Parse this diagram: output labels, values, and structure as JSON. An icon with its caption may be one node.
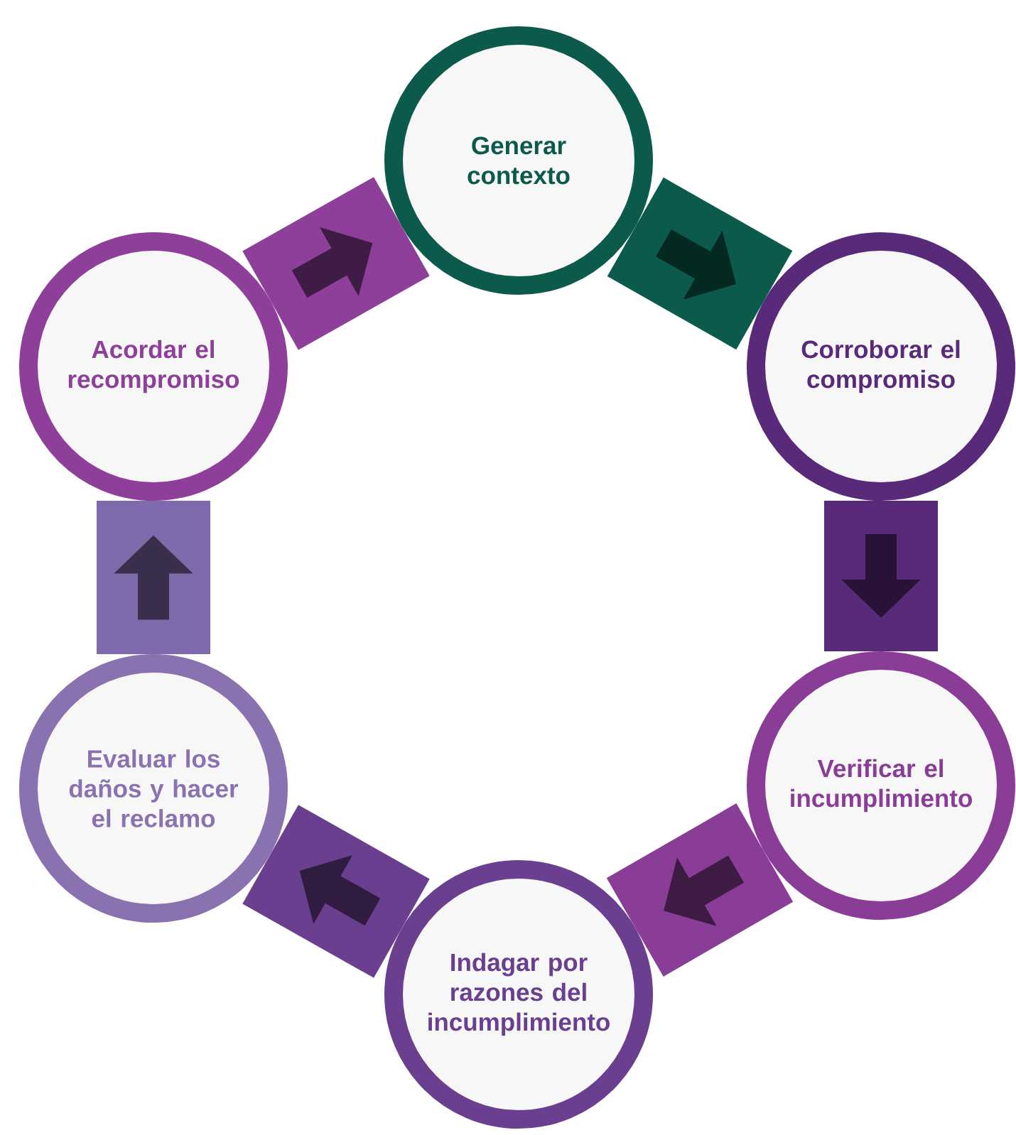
{
  "diagram": {
    "nodes": [
      {
        "text": [
          "Generar contexto"
        ]
      },
      {
        "text": [
          "Corroborar el compromiso"
        ]
      },
      {
        "text": [
          "Verificar el incumplimiento"
        ]
      },
      {
        "text": [
          "Indagar por razones del incumplimiento"
        ]
      },
      {
        "text": [
          "Evaluar los daños y hacer el reclamo"
        ]
      },
      {
        "text": [
          "Acordar el recompromiso"
        ]
      }
    ],
    "edges": [
      {
        "from": 0,
        "to": 1,
        "arrow": "to",
        "color": "#0b5a4c"
      },
      {
        "from": 1,
        "to": 2,
        "arrow": "to",
        "color": "#5a2a7a"
      },
      {
        "from": 2,
        "to": 3,
        "arrow": "to",
        "color": "#8a3d97"
      },
      {
        "from": 3,
        "to": 4,
        "arrow": "to",
        "color": "#6a3f8f"
      },
      {
        "from": 4,
        "to": 5,
        "arrow": "to",
        "color": "#7f6aad"
      },
      {
        "from": 5,
        "to": 0,
        "arrow": "to",
        "color": "#8e3f9a"
      }
    ]
  }
}
